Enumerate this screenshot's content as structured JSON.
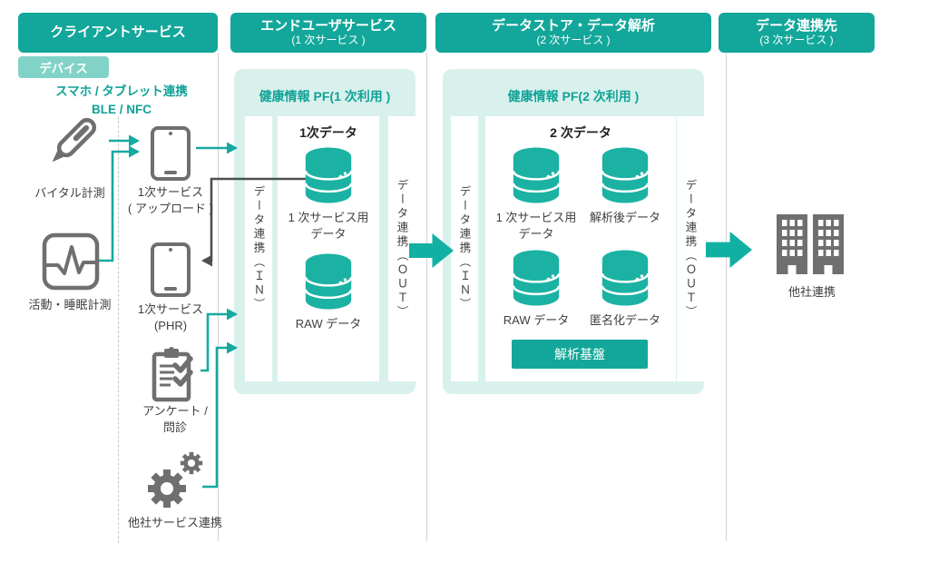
{
  "header": {
    "columns": [
      {
        "title": "クライアントサービス",
        "subtitle": ""
      },
      {
        "title": "エンドユーザサービス",
        "subtitle": "(1 次サービス )"
      },
      {
        "title": "データストア・データ解析",
        "subtitle": "(2 次サービス )"
      },
      {
        "title": "データ連携先",
        "subtitle": "(3 次サービス )"
      }
    ]
  },
  "client": {
    "device_badge": "デバイス",
    "note": "スマホ / タブレット連携\nBLE / NFC",
    "sources": [
      {
        "icon": "thermometer-icon",
        "label": "バイタル計測"
      },
      {
        "icon": "activity-monitor-icon",
        "label": "活動・睡眠計測"
      }
    ],
    "apps": [
      {
        "icon": "smartphone-icon",
        "label": "1次サービス\n( アップロード )"
      },
      {
        "icon": "smartphone-icon",
        "label": "1次サービス\n(PHR)"
      },
      {
        "icon": "clipboard-check-icon",
        "label": "アンケート /\n問診"
      },
      {
        "icon": "gears-icon",
        "label": "他社サービス連携"
      }
    ]
  },
  "pf1": {
    "title": "健康情報 PF(1 次利用 )",
    "in_label": "データ連携（ＩＮ）",
    "out_label": "データ連携（ＯＵＴ）",
    "heading": "1次データ",
    "stores": [
      {
        "icon": "database-icon",
        "label": "1 次サービス用\nデータ"
      },
      {
        "icon": "database-icon",
        "label": "RAW データ"
      }
    ]
  },
  "pf2": {
    "title": "健康情報 PF(2 次利用 )",
    "in_label": "データ連携（ＩＮ）",
    "out_label": "データ連携（ＯＵＴ）",
    "heading": "2 次データ",
    "stores": [
      {
        "icon": "database-icon",
        "label": "1 次サービス用\nデータ"
      },
      {
        "icon": "database-icon",
        "label": "解析後データ"
      },
      {
        "icon": "database-icon",
        "label": "RAW データ"
      },
      {
        "icon": "database-icon",
        "label": "匿名化データ"
      }
    ],
    "analysis_button": "解析基盤"
  },
  "destination": {
    "icon": "buildings-icon",
    "label": "他社連携"
  },
  "colors": {
    "header_teal": "#12a79a",
    "mint_panel": "#d9f1ed",
    "badge_teal": "#82d3c7",
    "cylinder_teal": "#1bb2a3",
    "arrow_teal": "#16a9a0",
    "icon_gray": "#6f6f6f",
    "dark_arrow": "#4f4f4f",
    "text_gray": "#3f3f3f",
    "teal_text": "#11a296"
  }
}
